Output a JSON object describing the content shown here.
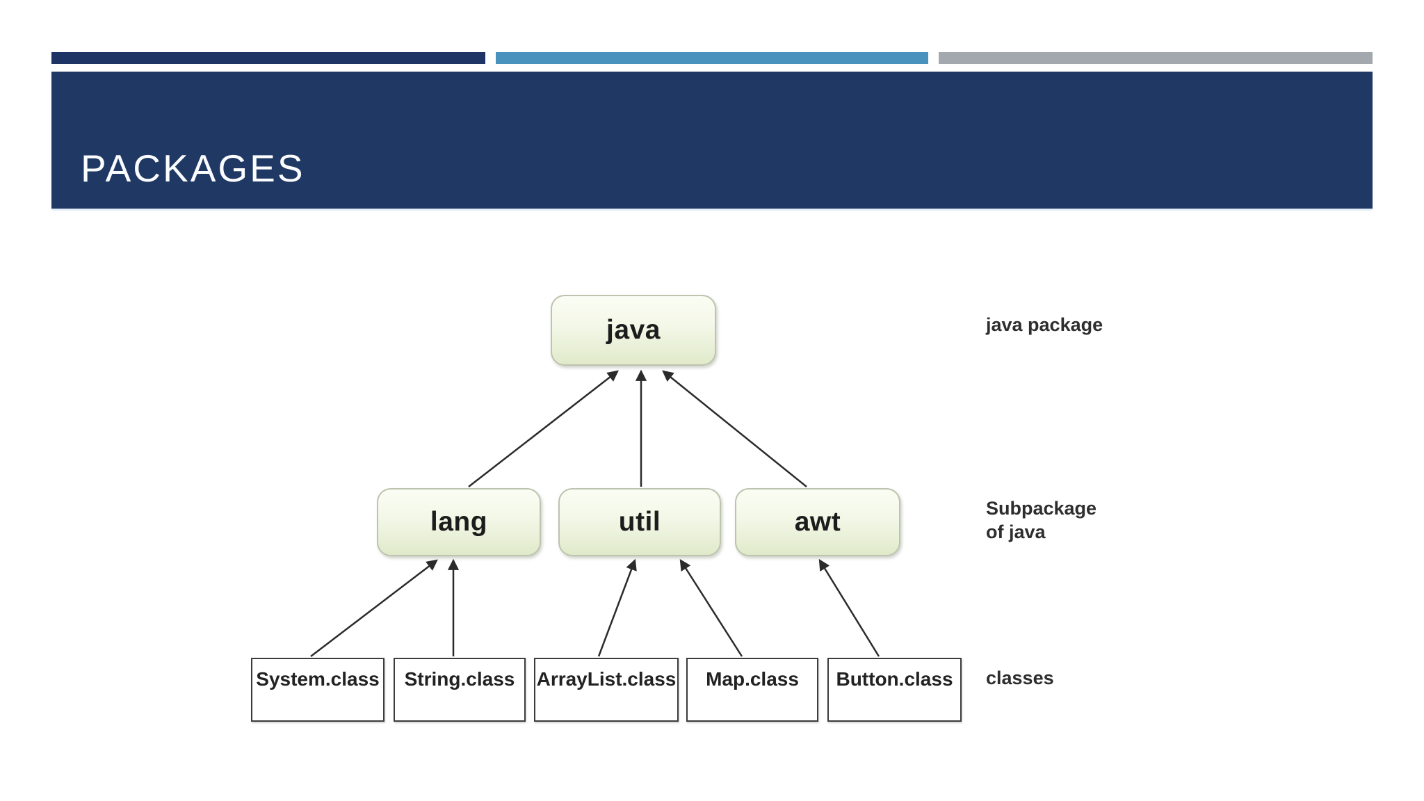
{
  "slide": {
    "title": "PACKAGES"
  },
  "diagram": {
    "root": {
      "label": "java"
    },
    "subpackages": [
      {
        "label": "lang"
      },
      {
        "label": "util"
      },
      {
        "label": "awt"
      }
    ],
    "classes": [
      {
        "label": "System.class"
      },
      {
        "label": "String.class"
      },
      {
        "label": "ArrayList.class"
      },
      {
        "label": "Map.class"
      },
      {
        "label": "Button.class"
      }
    ],
    "annotations": {
      "root": "java package",
      "subpackage_line1": "Subpackage",
      "subpackage_line2": "of java",
      "classes": "classes"
    }
  },
  "colors": {
    "title_band_navy": "#1F3864",
    "accent_navy": "#1E3464",
    "accent_blue": "#4A92BE",
    "accent_gray": "#A2A8AE",
    "node_fill_top": "#FBFDF4",
    "node_fill_bottom": "#E0EACA",
    "node_border": "#BCC3AE",
    "arrow": "#2B2B2B",
    "title_text": "#FBFCFD"
  }
}
